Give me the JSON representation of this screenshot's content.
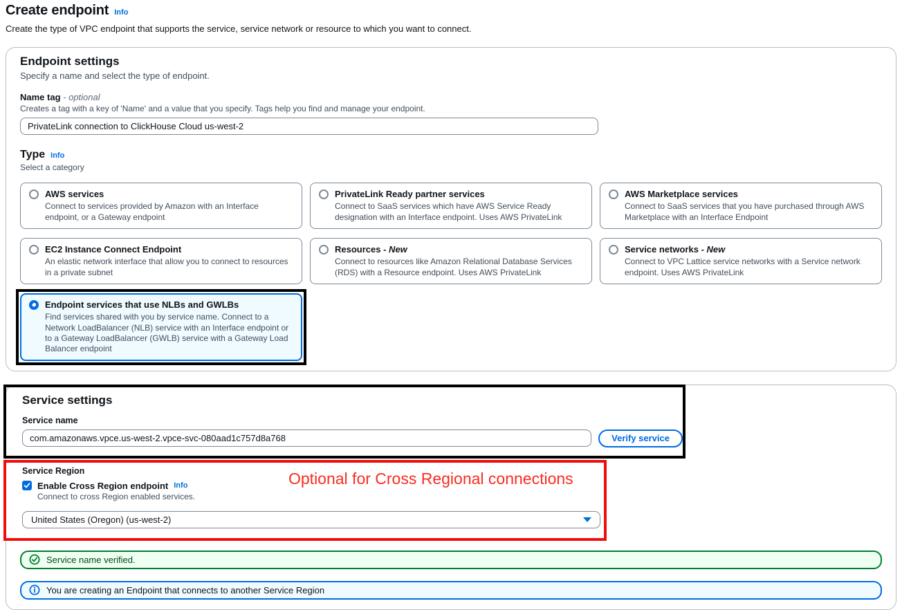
{
  "page": {
    "title": "Create endpoint",
    "title_info": "Info",
    "description": "Create the type of VPC endpoint that supports the service, service network or resource to which you want to connect."
  },
  "endpoint_settings": {
    "heading": "Endpoint settings",
    "description": "Specify a name and select the type of endpoint.",
    "name_tag": {
      "label": "Name tag",
      "optional": "- optional",
      "hint": "Creates a tag with a key of 'Name' and a value that you specify. Tags help you find and manage your endpoint.",
      "value": "PrivateLink connection to ClickHouse Cloud us-west-2"
    },
    "type": {
      "label": "Type",
      "info": "Info",
      "hint": "Select a category",
      "options": [
        {
          "title": "AWS services",
          "description": "Connect to services provided by Amazon with an Interface endpoint, or a Gateway endpoint",
          "selected": false
        },
        {
          "title": "PrivateLink Ready partner services",
          "description": "Connect to SaaS services which have AWS Service Ready designation with an Interface endpoint. Uses AWS PrivateLink",
          "selected": false
        },
        {
          "title": "AWS Marketplace services",
          "description": "Connect to SaaS services that you have purchased through AWS Marketplace with an Interface Endpoint",
          "selected": false
        },
        {
          "title": "EC2 Instance Connect Endpoint",
          "description": "An elastic network interface that allow you to connect to resources in a private subnet",
          "selected": false
        },
        {
          "title": "Resources",
          "suffix": "- New",
          "description": "Connect to resources like Amazon Relational Database Services (RDS) with a Resource endpoint. Uses AWS PrivateLink",
          "selected": false
        },
        {
          "title": "Service networks",
          "suffix": "- New",
          "description": "Connect to VPC Lattice service networks with a Service network endpoint. Uses AWS PrivateLink",
          "selected": false
        },
        {
          "title": "Endpoint services that use NLBs and GWLBs",
          "description": "Find services shared with you by service name. Connect to a Network LoadBalancer (NLB) service with an Interface endpoint or to a Gateway LoadBalancer (GWLB) service with a Gateway Load Balancer endpoint",
          "selected": true
        }
      ]
    }
  },
  "service_settings": {
    "heading": "Service settings",
    "service_name": {
      "label": "Service name",
      "value": "com.amazonaws.vpce.us-west-2.vpce-svc-080aad1c757d8a768",
      "verify_button": "Verify service"
    },
    "service_region": {
      "label": "Service Region",
      "checkbox_label": "Enable Cross Region endpoint",
      "checkbox_checked": true,
      "info": "Info",
      "checkbox_hint": "Connect to cross Region enabled services.",
      "annotation": "Optional for Cross Regional connections",
      "region_value": "United States (Oregon) (us-west-2)"
    },
    "alerts": {
      "success": "Service name verified.",
      "info": "You are creating an Endpoint that connects to another Service Region"
    }
  },
  "colors": {
    "accent_blue": "#006ce0",
    "success_green": "#00802f",
    "annotation_black": "#000000",
    "annotation_red": "#f20d0d",
    "selected_tile_bg": "#f0fbff"
  }
}
